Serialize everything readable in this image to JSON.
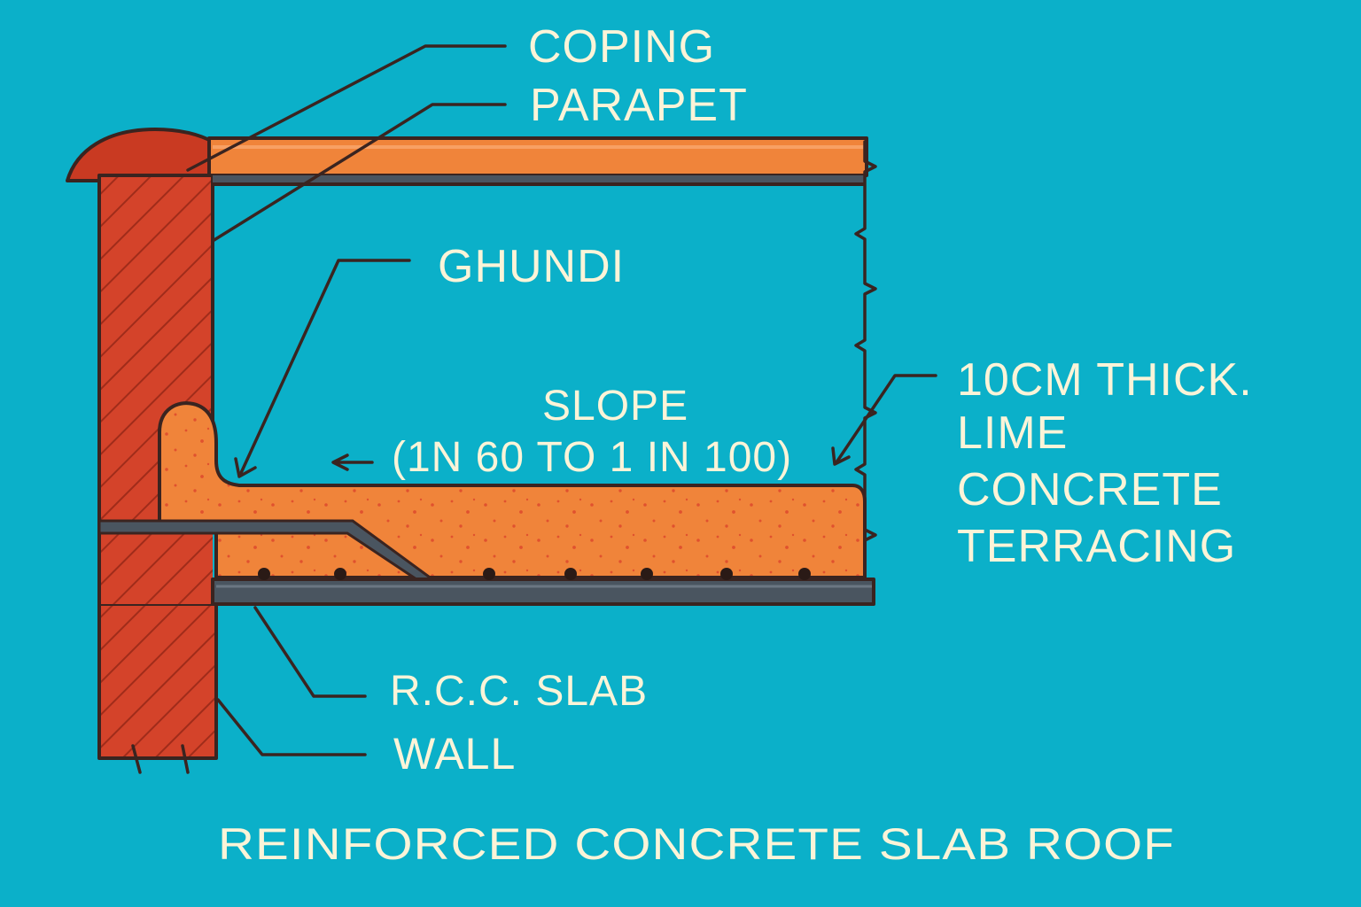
{
  "diagram": {
    "title": "REINFORCED CONCRETE SLAB ROOF",
    "labels": {
      "coping": "COPING",
      "parapet": "PARAPET",
      "ghundi": "GHUNDI",
      "slope_title": "SLOPE",
      "slope_range": "(1N 60 TO 1 IN 100)",
      "terracing_line1": "10CM THICK.",
      "terracing_line2": "LIME",
      "terracing_line3": "CONCRETE",
      "terracing_line4": "TERRACING",
      "rcc_slab": "R.C.C. SLAB",
      "wall": "WALL"
    },
    "colors": {
      "background": "#0bb0c9",
      "wall_brick": "#d4432a",
      "coping_red": "#c93a22",
      "concrete_orange": "#f0843a",
      "slab_grey": "#4a5560",
      "outline": "#3a2420",
      "label_text": "#fbf4d8"
    }
  }
}
